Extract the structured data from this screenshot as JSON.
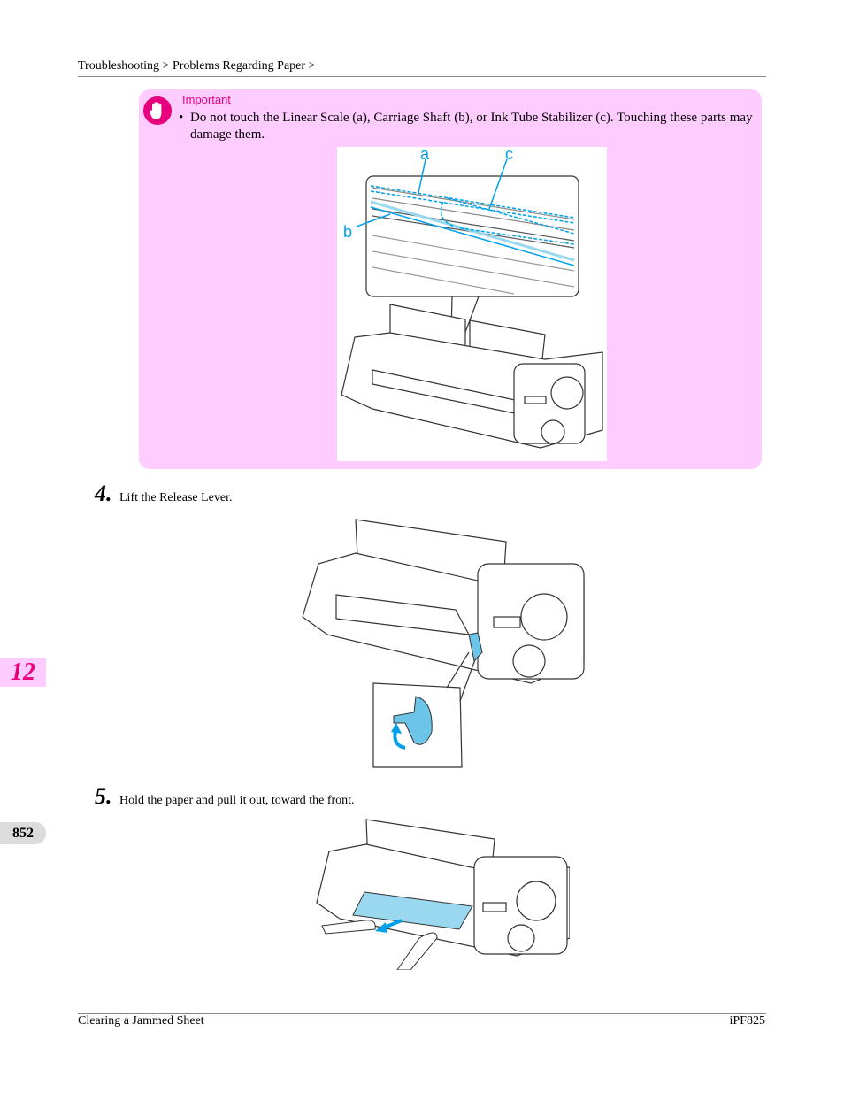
{
  "header": {
    "breadcrumb": "Troubleshooting > Problems Regarding Paper >"
  },
  "important": {
    "label": "Important",
    "bullet": "•",
    "text": "Do not touch the Linear Scale (a), Carriage Shaft (b), or Ink Tube Stabilizer (c). Touching these parts may damage them.",
    "figure_labels": {
      "a": "a",
      "b": "b",
      "c": "c"
    }
  },
  "steps": [
    {
      "number": "4.",
      "text": "Lift the Release Lever."
    },
    {
      "number": "5.",
      "text": "Hold the paper and pull it out, toward the front."
    }
  ],
  "side_tabs": {
    "chapter": "12",
    "page": "852"
  },
  "footer": {
    "left": "Clearing a Jammed Sheet",
    "right": "iPF825"
  },
  "colors": {
    "accent": "#e6007e",
    "important_bg": "#ffccff",
    "callout_blue": "#00a0e9",
    "paper_blue": "#9ad8f0"
  }
}
